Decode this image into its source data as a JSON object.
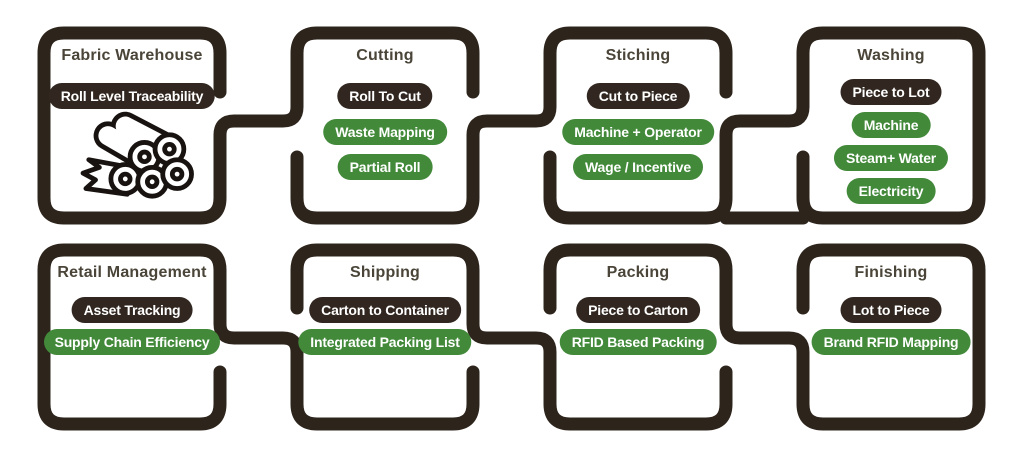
{
  "colors": {
    "ribbon_ink": "#2d241c",
    "pill_dark": "#312720",
    "pill_green": "#42893a",
    "title_text": "#4a4538",
    "pill_text": "#ffffff",
    "background": "#ffffff"
  },
  "boxes": [
    {
      "id": "fabric-warehouse",
      "title": "Fabric Warehouse",
      "icon": "fabric-rolls-icon",
      "pills": [
        {
          "label": "Roll Level Traceability",
          "style": "dark"
        }
      ]
    },
    {
      "id": "cutting",
      "title": "Cutting",
      "pills": [
        {
          "label": "Roll To Cut",
          "style": "dark"
        },
        {
          "label": "Waste Mapping",
          "style": "green"
        },
        {
          "label": "Partial Roll",
          "style": "green"
        }
      ]
    },
    {
      "id": "stiching",
      "title": "Stiching",
      "pills": [
        {
          "label": "Cut to Piece",
          "style": "dark"
        },
        {
          "label": "Machine + Operator",
          "style": "green"
        },
        {
          "label": "Wage / Incentive",
          "style": "green"
        }
      ]
    },
    {
      "id": "washing",
      "title": "Washing",
      "pills": [
        {
          "label": "Piece to Lot",
          "style": "dark"
        },
        {
          "label": "Machine",
          "style": "green"
        },
        {
          "label": "Steam+ Water",
          "style": "green"
        },
        {
          "label": "Electricity",
          "style": "green"
        }
      ]
    },
    {
      "id": "retail-management",
      "title": "Retail Management",
      "pills": [
        {
          "label": "Asset Tracking",
          "style": "dark"
        },
        {
          "label": "Supply Chain Efficiency",
          "style": "green"
        }
      ]
    },
    {
      "id": "shipping",
      "title": "Shipping",
      "pills": [
        {
          "label": "Carton to Container",
          "style": "dark"
        },
        {
          "label": "Integrated Packing List",
          "style": "green"
        }
      ]
    },
    {
      "id": "packing",
      "title": "Packing",
      "pills": [
        {
          "label": "Piece to Carton",
          "style": "dark"
        },
        {
          "label": "RFID Based Packing",
          "style": "green"
        }
      ]
    },
    {
      "id": "finishing",
      "title": "Finishing",
      "pills": [
        {
          "label": "Lot to Piece",
          "style": "dark"
        },
        {
          "label": "Brand RFID Mapping",
          "style": "green"
        }
      ]
    }
  ]
}
